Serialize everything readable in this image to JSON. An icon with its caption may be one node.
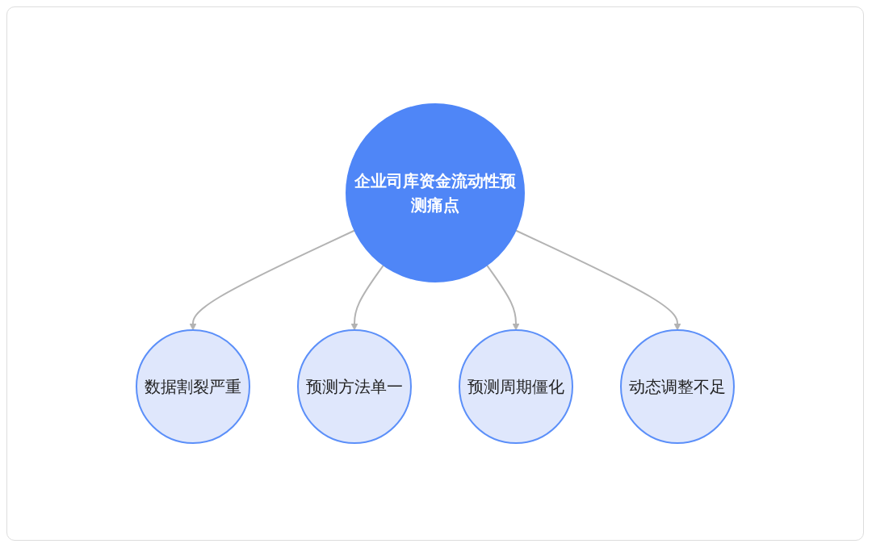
{
  "diagram": {
    "nodes": [
      {
        "text": [
          "数据割裂严重"
        ]
      },
      {
        "text": [
          "预测方法单一"
        ]
      },
      {
        "text": [
          "企业司库资金流动性预测痛点"
        ]
      },
      {
        "text": [
          "预测周期僵化"
        ]
      },
      {
        "text": [
          "动态调整不足"
        ]
      }
    ],
    "edges": [
      {
        "from": 2,
        "to": 0,
        "arrow": "to"
      },
      {
        "from": 2,
        "to": 1,
        "arrow": "to"
      },
      {
        "from": 2,
        "to": 3,
        "arrow": "to"
      },
      {
        "from": 2,
        "to": 4,
        "arrow": "to"
      }
    ]
  }
}
